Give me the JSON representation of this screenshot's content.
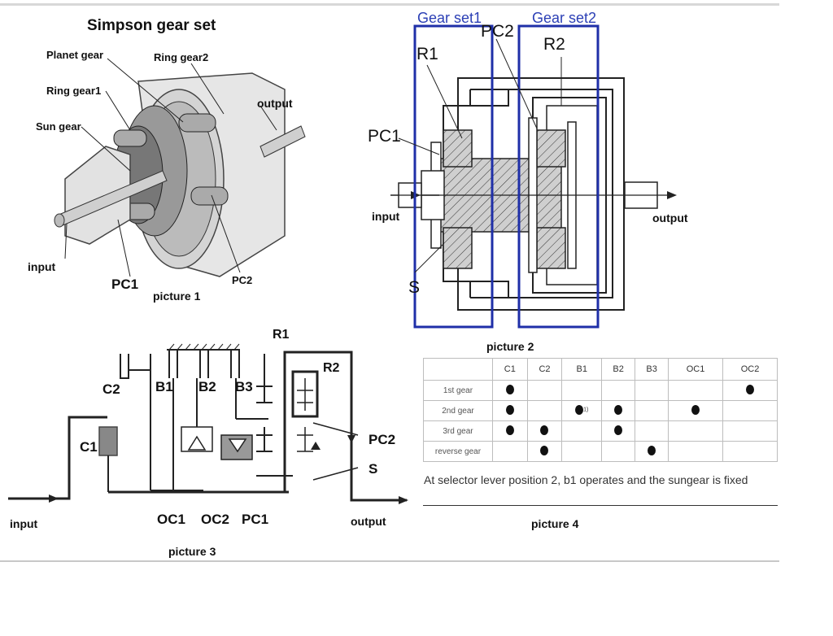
{
  "picture1": {
    "title": "Simpson gear set",
    "labels": {
      "planet_gear": "Planet gear",
      "ring_gear2": "Ring gear2",
      "ring_gear1": "Ring gear1",
      "output": "output",
      "sun_gear": "Sun gear",
      "input": "input",
      "pc1": "PC1",
      "pc2": "PC2"
    },
    "caption": "picture 1"
  },
  "picture2": {
    "gear_set1": "Gear set1",
    "gear_set2": "Gear set2",
    "labels": {
      "pc2": "PC2",
      "r1": "R1",
      "r2": "R2",
      "pc1": "PC1",
      "input": "input",
      "output": "output",
      "s": "S"
    },
    "caption": "picture 2"
  },
  "picture3": {
    "labels": {
      "r1": "R1",
      "r2": "R2",
      "c2": "C2",
      "b1": "B1",
      "b2": "B2",
      "b3": "B3",
      "c1": "C1",
      "pc2": "PC2",
      "s": "S",
      "input": "input",
      "oc1": "OC1",
      "oc2": "OC2",
      "pc1": "PC1",
      "output": "output"
    },
    "caption": "picture 3"
  },
  "picture4": {
    "columns": [
      "C1",
      "C2",
      "B1",
      "B2",
      "B3",
      "OC1",
      "OC2"
    ],
    "rows": [
      {
        "label": "1st gear",
        "cells": [
          true,
          false,
          false,
          false,
          false,
          false,
          true
        ]
      },
      {
        "label": "2nd gear",
        "cells": [
          true,
          false,
          true,
          true,
          false,
          true,
          false
        ]
      },
      {
        "label": "3rd gear",
        "cells": [
          true,
          true,
          false,
          true,
          false,
          false,
          false
        ]
      },
      {
        "label": "reverse gear",
        "cells": [
          false,
          true,
          false,
          false,
          true,
          false,
          false
        ]
      }
    ],
    "footnote_mark": "1)",
    "note": "At selector lever position 2, b1 operates and the sungear is fixed",
    "caption": "picture 4"
  },
  "colors": {
    "gear_set_frame": "#1f2fa8",
    "line": "#222222"
  }
}
